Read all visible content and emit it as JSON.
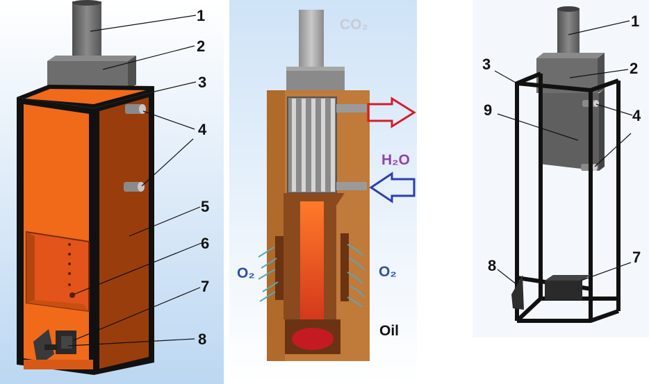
{
  "panels": {
    "left": {
      "callouts": [
        "1",
        "2",
        "3",
        "4",
        "5",
        "6",
        "7",
        "8"
      ]
    },
    "middle": {
      "labels": {
        "co2": "CO₂",
        "h2o": "H₂O",
        "o2_left": "O₂",
        "o2_right": "O₂",
        "oil": "Oil"
      }
    },
    "right": {
      "callouts": [
        "1",
        "2",
        "3",
        "9",
        "4",
        "8",
        "7"
      ]
    }
  },
  "colors": {
    "furnace_orange": "#f06a1a",
    "furnace_dark": "#9a3d0c",
    "frame_black": "#111111",
    "metal_gray": "#6f6f6f",
    "brick": "#c07a3a",
    "flame": "#e63b1a",
    "arrow_hot": "#d61c2a",
    "arrow_cold": "#2a3fb0",
    "co2_text": "#c9c9d6",
    "h2o_text": "#8e44ad",
    "o2_text": "#2e4fa8",
    "sky": "#cfe3f7"
  }
}
